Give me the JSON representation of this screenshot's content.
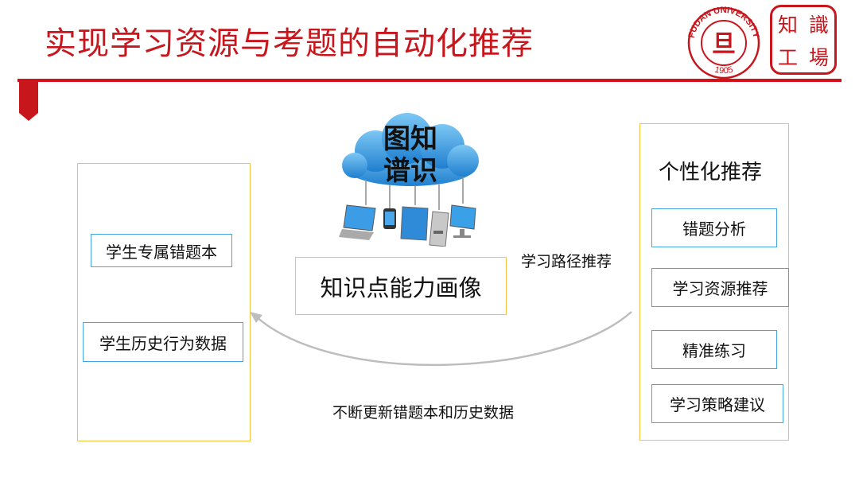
{
  "header": {
    "title": "实现学习资源与考题的自动化推荐",
    "seal": {
      "ring_text": "FUDAN UNIVERSITY",
      "year": "1905",
      "center_glyph": "旦"
    },
    "stamp_chars": [
      "知",
      "識",
      "工",
      "場"
    ]
  },
  "colors": {
    "accent_red": "#c8161d",
    "box_yellow": "#f5c242",
    "box_blue": "#46a7e0",
    "cloud_blue": "#2f97dc"
  },
  "left_panel": {
    "items": [
      "学生专属错题本",
      "学生历史行为数据"
    ]
  },
  "center": {
    "cloud_text_line1": "图知",
    "cloud_text_line2": "谱识",
    "profile_label": "知识点能力画像",
    "path_label": "学习路径推荐",
    "loop_label": "不断更新错题本和历史数据",
    "device_icons": [
      "laptop-icon",
      "phone-icon",
      "tablet-icon",
      "server-icon",
      "monitor-icon"
    ]
  },
  "right_panel": {
    "title": "个性化推荐",
    "items": [
      "错题分析",
      "学习资源推荐",
      "精准练习",
      "学习策略建议"
    ]
  }
}
